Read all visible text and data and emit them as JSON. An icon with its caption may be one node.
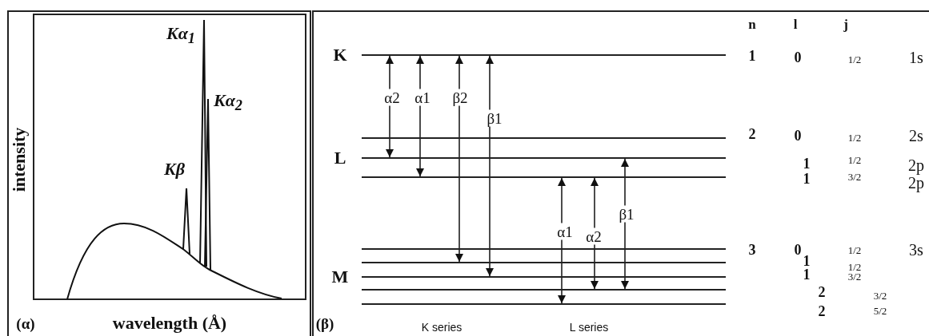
{
  "diagram": {
    "nodes": [
      {
        "text": [],
        "shape": "bar",
        "beside": [
          "K"
        ]
      },
      {
        "text": [],
        "shape": "bar"
      },
      {
        "text": [],
        "shape": "bar",
        "beside": [
          "L"
        ]
      },
      {
        "text": [],
        "shape": "bar"
      },
      {
        "text": [],
        "shape": "bar"
      },
      {
        "text": [],
        "shape": "bar"
      },
      {
        "text": [],
        "shape": "bar",
        "beside": [
          "M"
        ]
      },
      {
        "text": [],
        "shape": "bar"
      },
      {
        "text": [],
        "shape": "bar"
      }
    ],
    "edges": [
      {
        "from": 0,
        "to": 2,
        "arrow": "both",
        "label": "α2"
      },
      {
        "from": 0,
        "to": 3,
        "arrow": "both",
        "label": "α1"
      },
      {
        "from": 0,
        "to": 5,
        "arrow": "both",
        "label": "β2"
      },
      {
        "from": 0,
        "to": 6,
        "arrow": "both",
        "label": "β1"
      },
      {
        "from": 3,
        "to": 8,
        "arrow": "both",
        "label": "α1"
      },
      {
        "from": 3,
        "to": 7,
        "arrow": "both",
        "label": "α2"
      },
      {
        "from": 2,
        "to": 7,
        "arrow": "both",
        "label": "β1"
      }
    ],
    "labels": [
      "Kα$_{1}$",
      "Kα$_{2}$",
      "intensity",
      "Kβ",
      "(α)",
      "wavelength (Å)",
      "(β)",
      "K series",
      "L series",
      "n",
      "l",
      "j",
      "1",
      "0",
      "1/2",
      "1s",
      "2",
      "0",
      "1/2",
      "2s",
      "1",
      "1/2",
      "2p",
      "1",
      "3/2",
      "2p",
      "3",
      "0",
      "1/2",
      "3s",
      "1",
      "1/2",
      "1",
      "3/2",
      "2",
      "3/2",
      "2",
      "5/2"
    ]
  }
}
